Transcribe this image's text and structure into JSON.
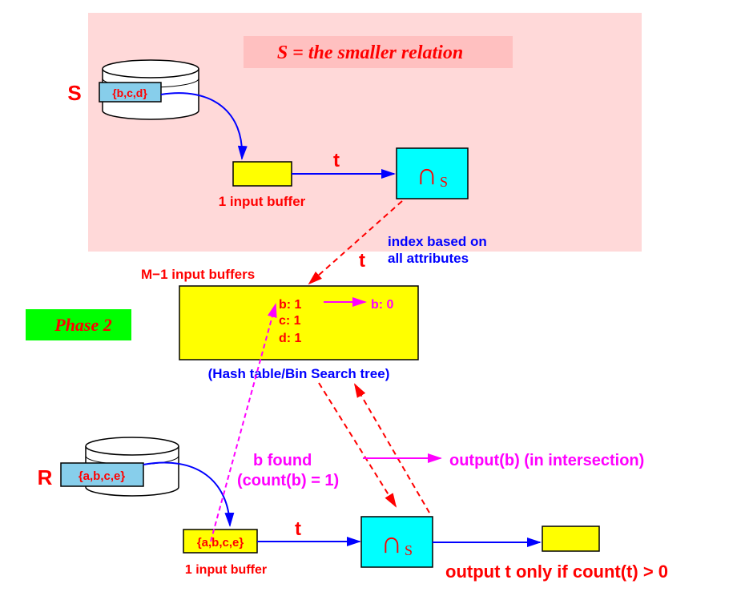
{
  "title": "S = the smaller relation",
  "phase": "Phase 2",
  "relation_s": {
    "label": "S",
    "tuple": "{b,c,d}",
    "buffer_label": "1 input buffer",
    "edge_label": "t",
    "operator": "∩",
    "operator_sub": "S"
  },
  "hash_table": {
    "index_note_line1": "index based on",
    "index_note_line2": "all attributes",
    "edge_label": "t",
    "buffers_label": "M−1 input buffers",
    "entries": [
      "b: 1",
      "c: 1",
      "d: 1"
    ],
    "updated_entry": "b: 0",
    "caption": "(Hash table/Bin Search tree)"
  },
  "relation_r": {
    "label": "R",
    "tuple": "{a,b,c,e}",
    "buffer_tuple": "{a,b,c,e}",
    "buffer_label": "1 input buffer",
    "edge_label": "t",
    "operator": "∩",
    "operator_sub": "S",
    "found_line1": "b found",
    "found_line2": "(count(b) = 1)",
    "output_label": "output(b)  (in intersection)",
    "final_note": "output t only if count(t) > 0"
  },
  "colors": {
    "pink_bg": "#ffd9d9",
    "title_box": "#ffc0c0",
    "red": "#ff0000",
    "blue": "#0000ff",
    "magenta": "#ff00ff",
    "yellow": "#ffff00",
    "cyan": "#00ffff",
    "green": "#00ff00",
    "disk_box": "#87ceeb"
  }
}
